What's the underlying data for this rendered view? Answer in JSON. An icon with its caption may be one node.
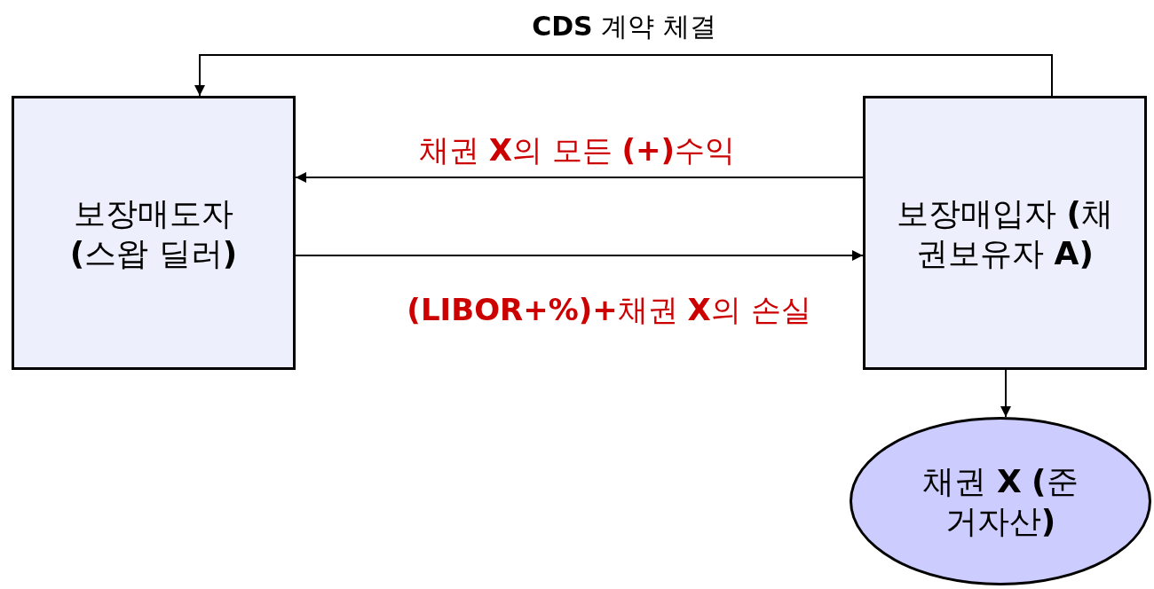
{
  "diagram": {
    "nodes": [
      {
        "text": [
          "보장매도자 **(**스왑 딜러**)**"
        ]
      },
      {
        "text": [
          "보장매입자 **(**채권보유자 **A)**"
        ]
      },
      {
        "text": [
          "채권 **X** **(**준거자산**)**"
        ]
      }
    ],
    "edges": [
      {
        "from": 1,
        "to": 0,
        "arrow": "to",
        "label": "**CDS** 계약 체결"
      },
      {
        "from": 1,
        "to": 0,
        "arrow": "to",
        "label": "채권 **X**의 모든 **(+)**수익"
      },
      {
        "from": 0,
        "to": 1,
        "arrow": "to",
        "label": "**(LIBOR+%)+**채권 **X**의 손실"
      },
      {
        "from": 1,
        "to": 2,
        "arrow": "to"
      }
    ]
  }
}
